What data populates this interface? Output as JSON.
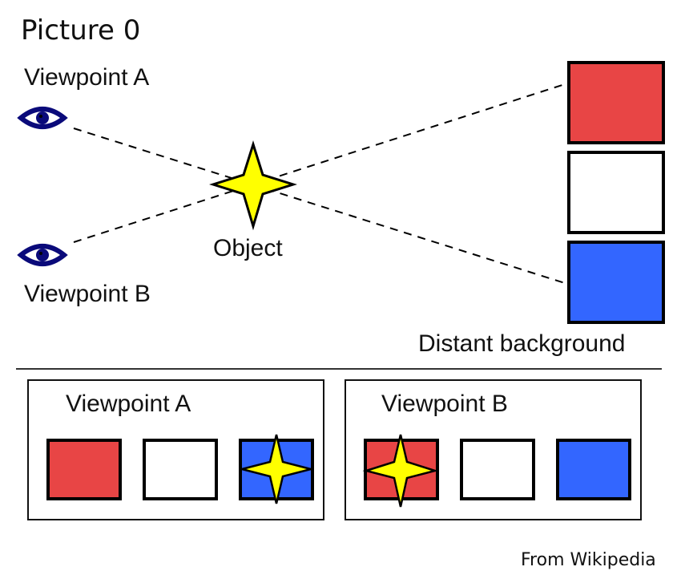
{
  "title": "Picture 0",
  "labels": {
    "viewpoint_a": "Viewpoint A",
    "viewpoint_b": "Viewpoint B",
    "object": "Object",
    "background": "Distant background"
  },
  "panels": [
    {
      "label": "Viewpoint A",
      "squares": [
        "red",
        "white",
        "blue"
      ],
      "object_over": "blue"
    },
    {
      "label": "Viewpoint B",
      "squares": [
        "red",
        "white",
        "blue"
      ],
      "object_over": "red"
    }
  ],
  "background_squares": [
    "red",
    "white",
    "blue"
  ],
  "credit": "From Wikipedia",
  "colors": {
    "red": "#e84545",
    "white": "#ffffff",
    "blue": "#3366ff",
    "star": "#ffff00",
    "eye": "#0a0a7a",
    "outline": "#000000"
  }
}
